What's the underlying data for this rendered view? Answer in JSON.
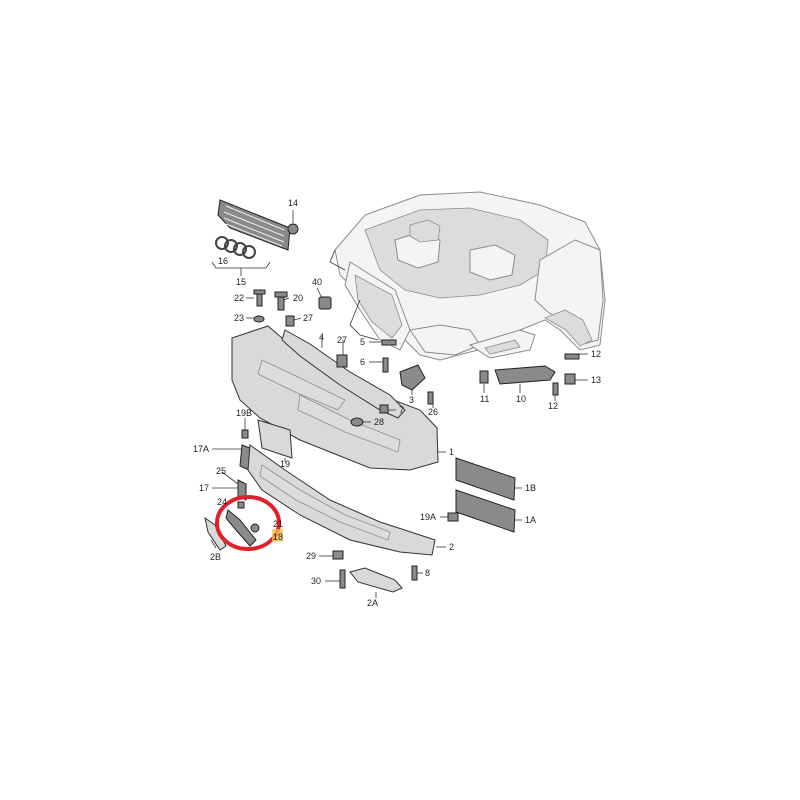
{
  "labels": {
    "l14": "14",
    "l16": "16",
    "l15": "15",
    "l40": "40",
    "l22": "22",
    "l20": "20",
    "l23": "23",
    "l27a": "27",
    "l4": "4",
    "l27b": "27",
    "l5": "5",
    "l6": "6",
    "l12a": "12",
    "l13": "13",
    "l11": "11",
    "l10": "10",
    "l12b": "12",
    "l3": "3",
    "l7": "7",
    "l26": "26",
    "l28": "28",
    "l19B": "19B",
    "l17A": "17A",
    "l19": "19",
    "l1": "1",
    "l1B": "1B",
    "l1A": "1A",
    "l19A": "19A",
    "l25": "25",
    "l17": "17",
    "l24": "24",
    "l18": "18",
    "l21": "21",
    "l2B": "2B",
    "l2": "2",
    "l29": "29",
    "l30": "30",
    "l8": "8",
    "l2A": "2A"
  },
  "colors": {
    "highlight_circle": "#e0202a",
    "part_fill": "#d9d9d9",
    "part_dark": "#8a8a8a",
    "car_outline": "#8c8c8c",
    "label_box": "#f5c24a"
  }
}
